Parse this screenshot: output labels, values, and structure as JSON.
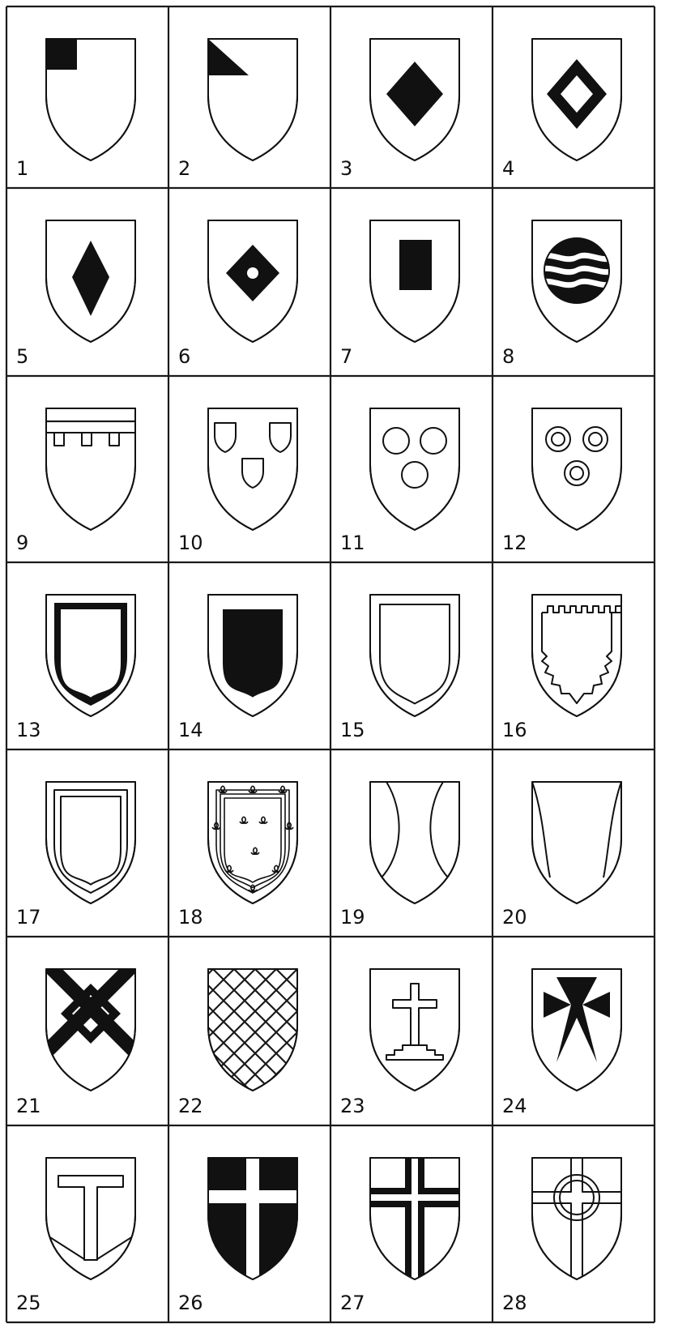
{
  "plate": {
    "shields": [
      {
        "number": "1",
        "charge": "canton"
      },
      {
        "number": "2",
        "charge": "gyron"
      },
      {
        "number": "3",
        "charge": "lozenge"
      },
      {
        "number": "4",
        "charge": "mascle"
      },
      {
        "number": "5",
        "charge": "fusil"
      },
      {
        "number": "6",
        "charge": "rustre"
      },
      {
        "number": "7",
        "charge": "billet"
      },
      {
        "number": "8",
        "charge": "fountain"
      },
      {
        "number": "9",
        "charge": "label"
      },
      {
        "number": "10",
        "charge": "three-escutcheons"
      },
      {
        "number": "11",
        "charge": "three-annulets"
      },
      {
        "number": "12",
        "charge": "three-double-annulets"
      },
      {
        "number": "13",
        "charge": "orle"
      },
      {
        "number": "14",
        "charge": "inescutcheon"
      },
      {
        "number": "15",
        "charge": "bordure"
      },
      {
        "number": "16",
        "charge": "bordure-embattled"
      },
      {
        "number": "17",
        "charge": "double-tressure"
      },
      {
        "number": "18",
        "charge": "tressure-flory-counter-flory"
      },
      {
        "number": "19",
        "charge": "flaunches"
      },
      {
        "number": "20",
        "charge": "voiders"
      },
      {
        "number": "21",
        "charge": "fret"
      },
      {
        "number": "22",
        "charge": "fretty"
      },
      {
        "number": "23",
        "charge": "calvary-cross"
      },
      {
        "number": "24",
        "charge": "cross-patee"
      },
      {
        "number": "25",
        "charge": "tau-cross"
      },
      {
        "number": "26",
        "charge": "cross-quarterly"
      },
      {
        "number": "27",
        "charge": "cross-fimbriated"
      },
      {
        "number": "28",
        "charge": "celtic-cross"
      }
    ],
    "colors": {
      "ink": "#111111",
      "paper": "#ffffff"
    }
  }
}
